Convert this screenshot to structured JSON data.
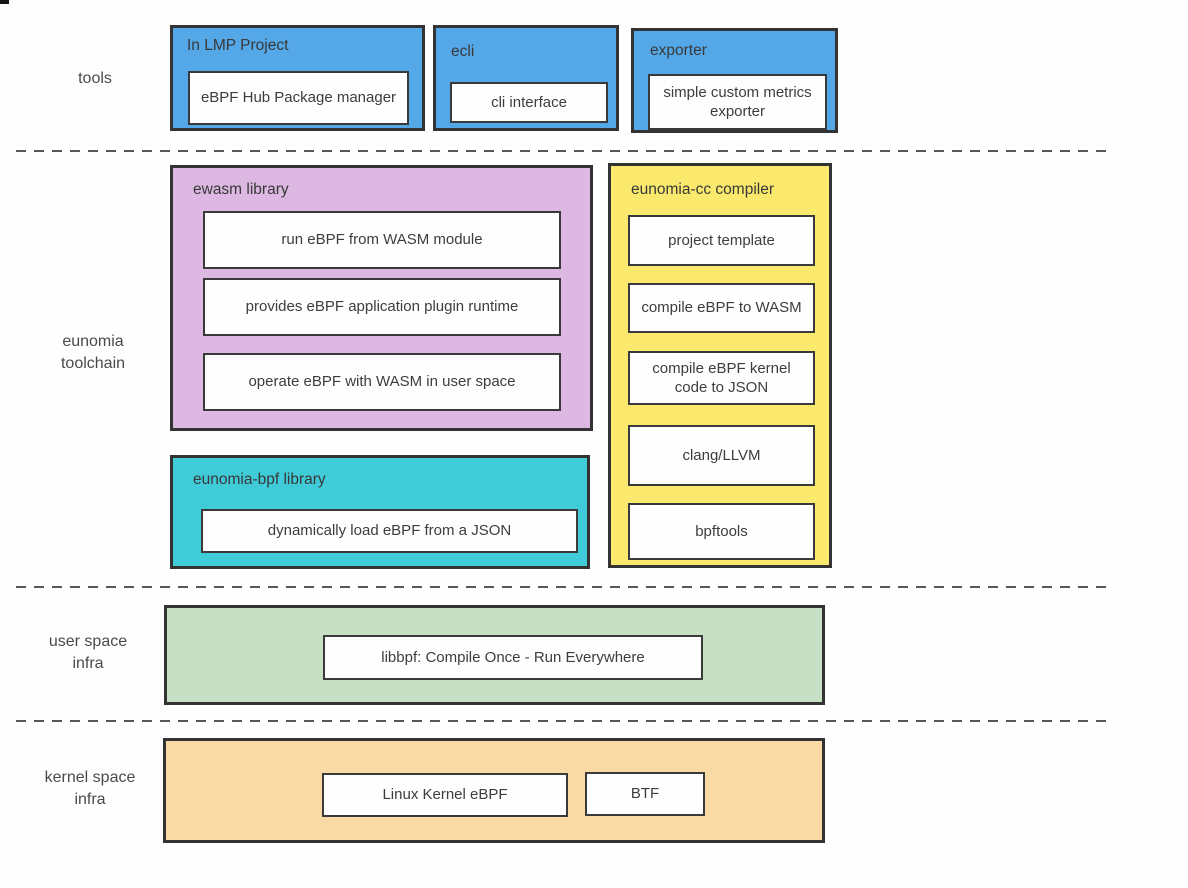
{
  "colors": {
    "blue": "#55a8e8",
    "purple": "#ddb8e3",
    "cyan": "#40cbd8",
    "yellow": "#fae96d",
    "green": "#c6dfc5",
    "orange": "#f9d9a6",
    "border": "#333333",
    "text": "#3d3d3d",
    "dashed_line": "#585858"
  },
  "row_labels": {
    "tools": "tools",
    "toolchain": "eunomia toolchain",
    "user_space": "user space infra",
    "kernel_space": "kernel space infra"
  },
  "tools_row": {
    "lmp": {
      "title": "In LMP Project",
      "item": "eBPF Hub Package manager"
    },
    "ecli": {
      "title": "ecli",
      "item": "cli interface"
    },
    "exporter": {
      "title": "exporter",
      "item": "simple custom metrics exporter"
    }
  },
  "toolchain": {
    "ewasm": {
      "title": "ewasm library",
      "items": [
        "run eBPF from WASM module",
        "provides eBPF application plugin runtime",
        "operate eBPF with WASM in user space"
      ]
    },
    "eunomia_bpf": {
      "title": "eunomia-bpf library",
      "items": [
        "dynamically load eBPF from a JSON"
      ]
    },
    "eunomia_cc": {
      "title": "eunomia-cc compiler",
      "items": [
        "project template",
        "compile eBPF to WASM",
        "compile eBPF kernel code to JSON",
        "clang/LLVM",
        "bpftools"
      ]
    }
  },
  "user_space": {
    "item": "libbpf: Compile Once - Run Everywhere"
  },
  "kernel_space": {
    "items": [
      "Linux Kernel eBPF",
      "BTF"
    ]
  }
}
